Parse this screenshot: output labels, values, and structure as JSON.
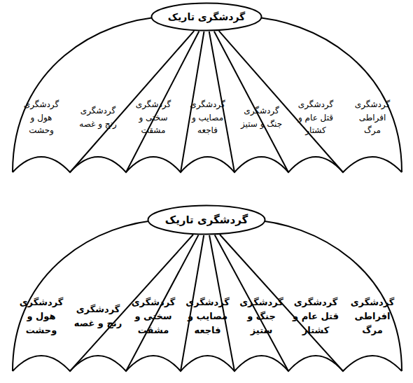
{
  "diagram": {
    "nodes": [
      {
        "text": [
          "گردشگری تاریک"
        ]
      },
      {
        "text": [
          "گردشگری افراطی مرگ"
        ]
      },
      {
        "text": [
          "گردشگری قتل عام و کشتار"
        ]
      },
      {
        "text": [
          "گردشگری جنگ و ستیز"
        ]
      },
      {
        "text": [
          "گردشگری مصایب و فاجعه"
        ]
      },
      {
        "text": [
          "گردشگری سختی و مشقت"
        ]
      },
      {
        "text": [
          "گردشگری رنج و غصه"
        ]
      },
      {
        "text": [
          "گردشگری هول و وحشت"
        ]
      },
      {
        "text": [
          "گردشگری تاریک"
        ]
      },
      {
        "text": [
          "گردشگری افراطی مرگ"
        ]
      },
      {
        "text": [
          "گردشگری قتل عام و کشتار"
        ]
      },
      {
        "text": [
          "گردشگری جنگ و ستیز"
        ]
      },
      {
        "text": [
          "گردشگری مصایب و فاجعه"
        ]
      },
      {
        "text": [
          "گردشگری سختی و مشقت"
        ]
      },
      {
        "text": [
          "گردشگری رنج و غصه"
        ]
      },
      {
        "text": [
          "گردشگری هول و وحشت"
        ]
      }
    ]
  }
}
